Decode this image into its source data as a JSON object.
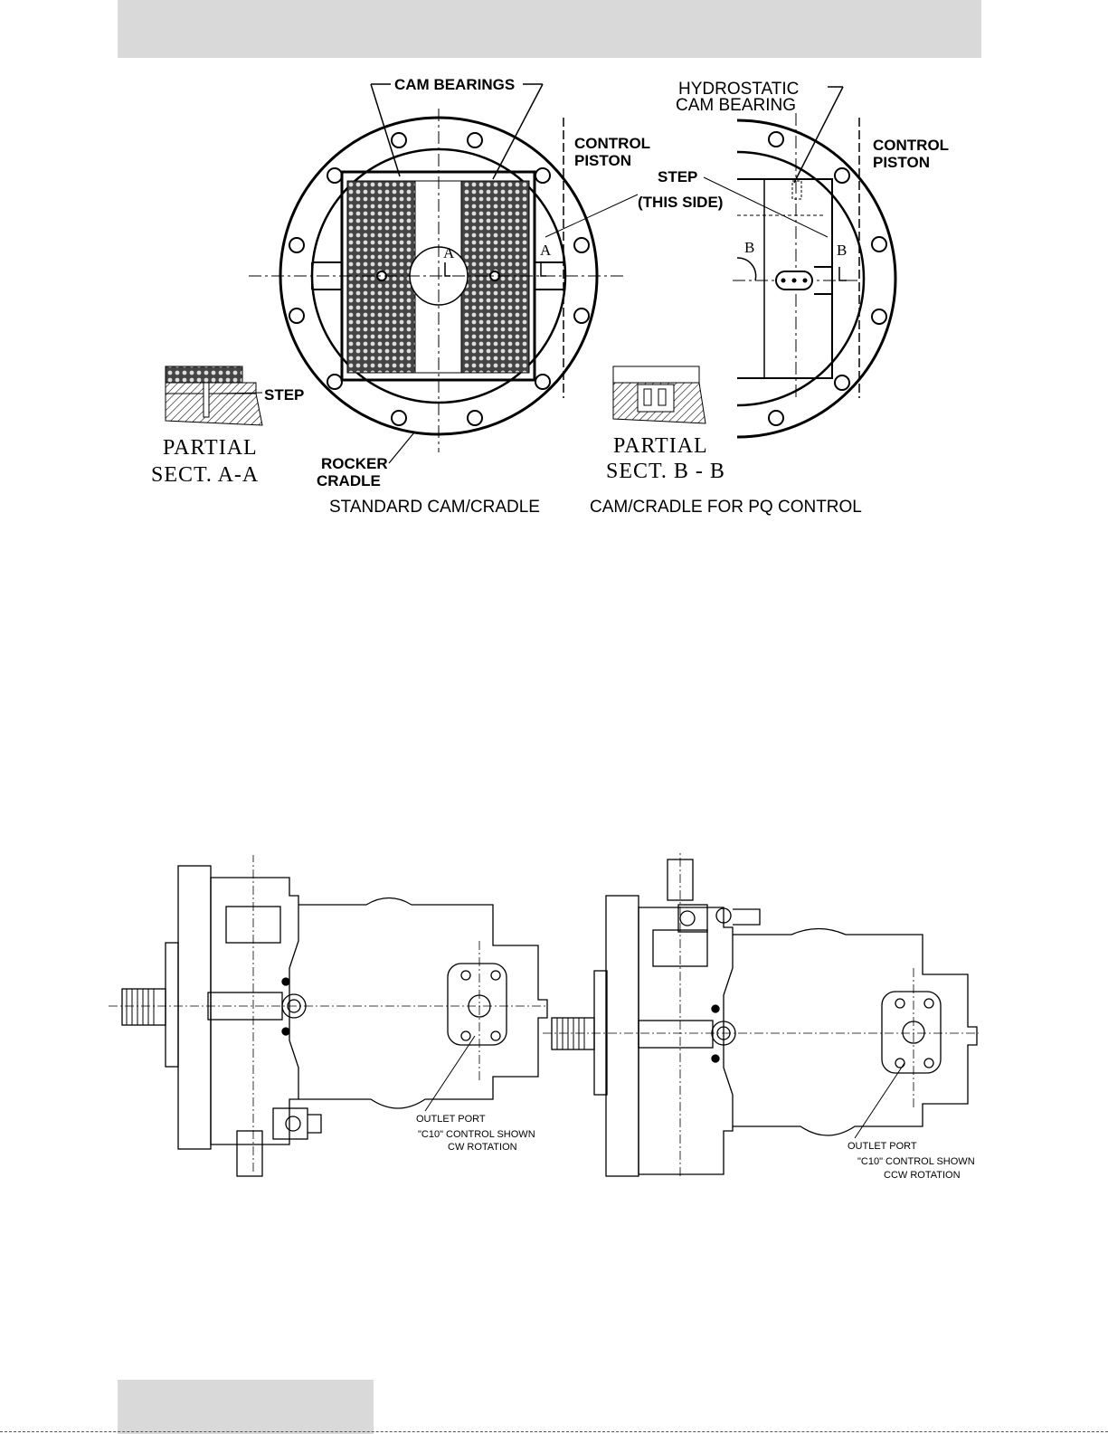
{
  "header": {
    "bar_color": "#d9d9d9"
  },
  "top_figure": {
    "labels": {
      "cam_bearings": "CAM BEARINGS",
      "control_piston_left_1": "CONTROL",
      "control_piston_left_2": "PISTON",
      "hydrostatic_1": "HYDROSTATIC",
      "hydrostatic_2": "CAM BEARING",
      "control_piston_right_1": "CONTROL",
      "control_piston_right_2": "PISTON",
      "step_1": "STEP",
      "step_2": "(THIS SIDE)",
      "step_left": "STEP",
      "rocker_1": "ROCKER",
      "rocker_2": "CRADLE",
      "partial_a_1": "PARTIAL",
      "partial_a_2": "SECT. A-A",
      "partial_b_1": "PARTIAL",
      "partial_b_2": "SECT. B - B",
      "sec_a": "A",
      "sec_b": "B"
    },
    "captions": {
      "standard": "STANDARD CAM/CRADLE",
      "pq": "CAM/CRADLE FOR PQ CONTROL"
    }
  },
  "bottom_figure": {
    "left": {
      "outlet": "OUTLET PORT",
      "control": "\"C10\" CONTROL SHOWN",
      "rotation": "CW ROTATION"
    },
    "right": {
      "outlet": "OUTLET PORT",
      "control": "\"C10\" CONTROL SHOWN",
      "rotation": "CCW ROTATION"
    }
  }
}
